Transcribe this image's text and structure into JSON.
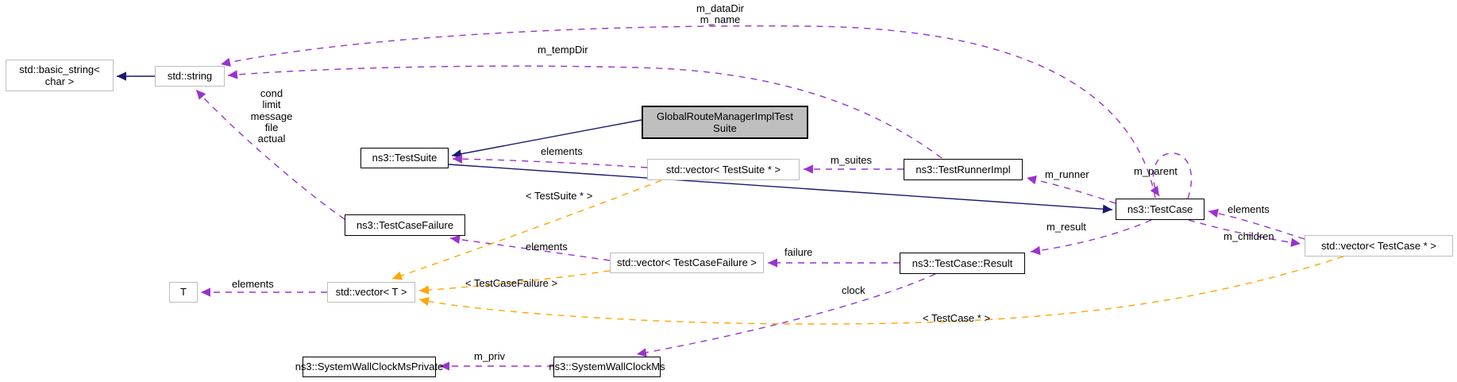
{
  "colors": {
    "inheritance_edge": "#191970",
    "usage_edge": "#9a32cd",
    "template_edge": "#ffa500",
    "focused_node_fill": "#bfbfbf",
    "external_node_border": "#bdbdbd",
    "node_border": "#000000",
    "background": "#ffffff"
  },
  "nodes": [
    {
      "id": "std-basic-string",
      "label": "std::basic_string<\nchar >"
    },
    {
      "id": "std-string",
      "label": "std::string"
    },
    {
      "id": "ns3-testsuite",
      "label": "ns3::TestSuite"
    },
    {
      "id": "global-route-manager-impl-test-suite",
      "label": "GlobalRouteManagerImplTest\nSuite"
    },
    {
      "id": "std-vector-testsuite-ptr",
      "label": "std::vector< TestSuite * >"
    },
    {
      "id": "ns3-testrunnerimpl",
      "label": "ns3::TestRunnerImpl"
    },
    {
      "id": "ns3-testcase",
      "label": "ns3::TestCase"
    },
    {
      "id": "std-vector-testcase-ptr",
      "label": "std::vector< TestCase * >"
    },
    {
      "id": "ns3-testcasefailure",
      "label": "ns3::TestCaseFailure"
    },
    {
      "id": "std-vector-testcasefailure",
      "label": "std::vector< TestCaseFailure >"
    },
    {
      "id": "ns3-testcase-result",
      "label": "ns3::TestCase::Result"
    },
    {
      "id": "template-param-t",
      "label": "T"
    },
    {
      "id": "std-vector-t",
      "label": "std::vector< T >"
    },
    {
      "id": "ns3-systemwallclockmsprivate",
      "label": "ns3::SystemWallClockMsPrivate"
    },
    {
      "id": "ns3-systemwallclockms",
      "label": "ns3::SystemWallClockMs"
    }
  ],
  "edge_labels": [
    {
      "text": "m_dataDir\nm_name"
    },
    {
      "text": "m_tempDir"
    },
    {
      "text": "cond\nlimit\nmessage\nfile\nactual"
    },
    {
      "text": "elements"
    },
    {
      "text": "m_suites"
    },
    {
      "text": "m_runner"
    },
    {
      "text": "m_parent"
    },
    {
      "text": "< TestSuite * >"
    },
    {
      "text": "elements"
    },
    {
      "text": "m_children"
    },
    {
      "text": "m_result"
    },
    {
      "text": "elements"
    },
    {
      "text": "failure"
    },
    {
      "text": "elements"
    },
    {
      "text": "< TestCaseFailure >"
    },
    {
      "text": "clock"
    },
    {
      "text": "< TestCase * >"
    },
    {
      "text": "m_priv"
    }
  ]
}
